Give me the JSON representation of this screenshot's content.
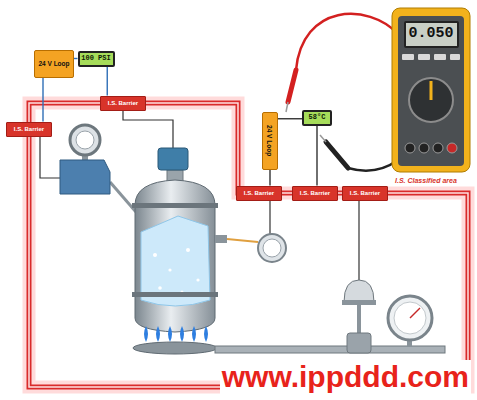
{
  "diagram": {
    "nodes": [
      {
        "text": [
          "24 V Loop"
        ]
      },
      {
        "text": [
          "100 PSI"
        ]
      },
      {
        "text": [
          "I.S. Barrier"
        ]
      },
      {
        "text": [
          "I.S. Barrier"
        ]
      },
      {
        "text": [
          "58°C"
        ]
      },
      {
        "text": [
          "24 V Loop"
        ]
      },
      {
        "text": [
          "I.S. Barrier"
        ]
      },
      {
        "text": [
          "I.S. Barrier"
        ]
      },
      {
        "text": [
          "I.S. Barrier"
        ]
      },
      {
        "text": [
          "0.050"
        ]
      }
    ],
    "edges": [
      {
        "from": 0,
        "to": 1,
        "arrow": "none"
      },
      {
        "from": 1,
        "to": 2,
        "arrow": "none"
      },
      {
        "from": 0,
        "to": 3,
        "arrow": "none"
      },
      {
        "from": 5,
        "to": 4,
        "arrow": "none"
      },
      {
        "from": 5,
        "to": 6,
        "arrow": "none"
      },
      {
        "from": 4,
        "to": 7,
        "arrow": "none"
      }
    ],
    "labels": [
      "I.S. Classified area",
      "www.ippddd.com"
    ]
  }
}
